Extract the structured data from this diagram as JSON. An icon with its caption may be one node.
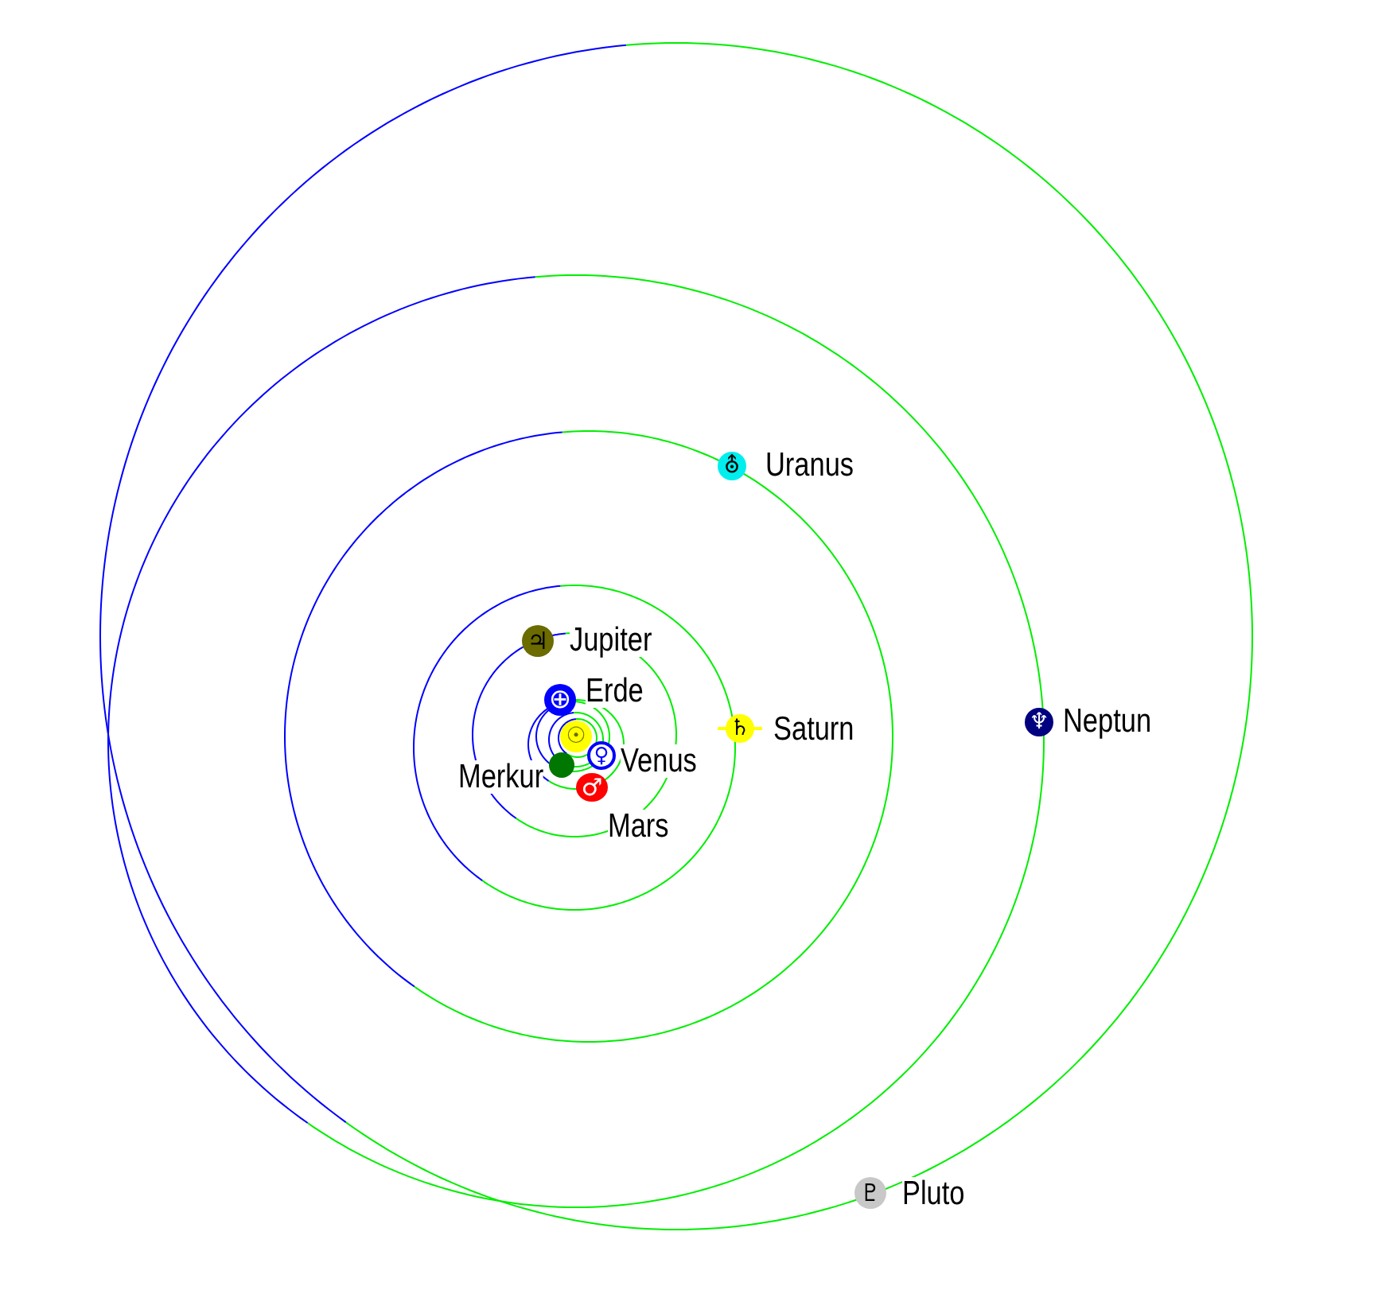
{
  "diagram": {
    "nodes": [
      {
        "text": [
          "☉"
        ]
      },
      {
        "text": [],
        "shape": "circle",
        "beside": [
          "Merkur"
        ]
      },
      {
        "text": [
          "♀"
        ],
        "beside": [
          "Venus"
        ]
      },
      {
        "text": [
          "⊕"
        ],
        "beside": [
          "Erde"
        ]
      },
      {
        "text": [
          "♂"
        ],
        "beside": [
          "Mars"
        ]
      },
      {
        "text": [
          "♃"
        ],
        "beside": [
          "Jupiter"
        ]
      },
      {
        "text": [
          "♄"
        ],
        "beside": [
          "Saturn"
        ]
      },
      {
        "text": [
          "⛢"
        ],
        "beside": [
          "Uranus"
        ]
      },
      {
        "text": [
          "♆"
        ],
        "beside": [
          "Neptun"
        ]
      },
      {
        "text": [
          "♇"
        ],
        "beside": [
          "Pluto"
        ]
      }
    ]
  }
}
